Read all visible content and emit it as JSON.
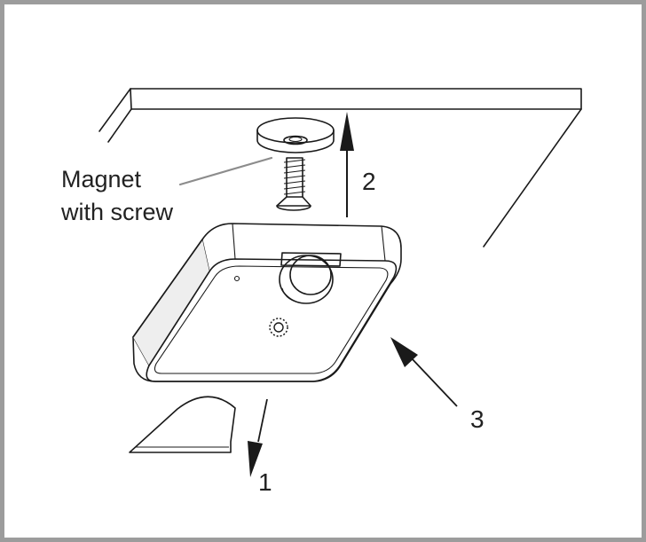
{
  "labels": {
    "callout_line1": "Magnet",
    "callout_line2": "with screw",
    "step1": "1",
    "step2": "2",
    "step3": "3"
  },
  "colors": {
    "frame": "#9c9c9c",
    "ink": "#1a1a1a",
    "leader": "#8c8c8c",
    "device_shade": "#eeeeee"
  }
}
